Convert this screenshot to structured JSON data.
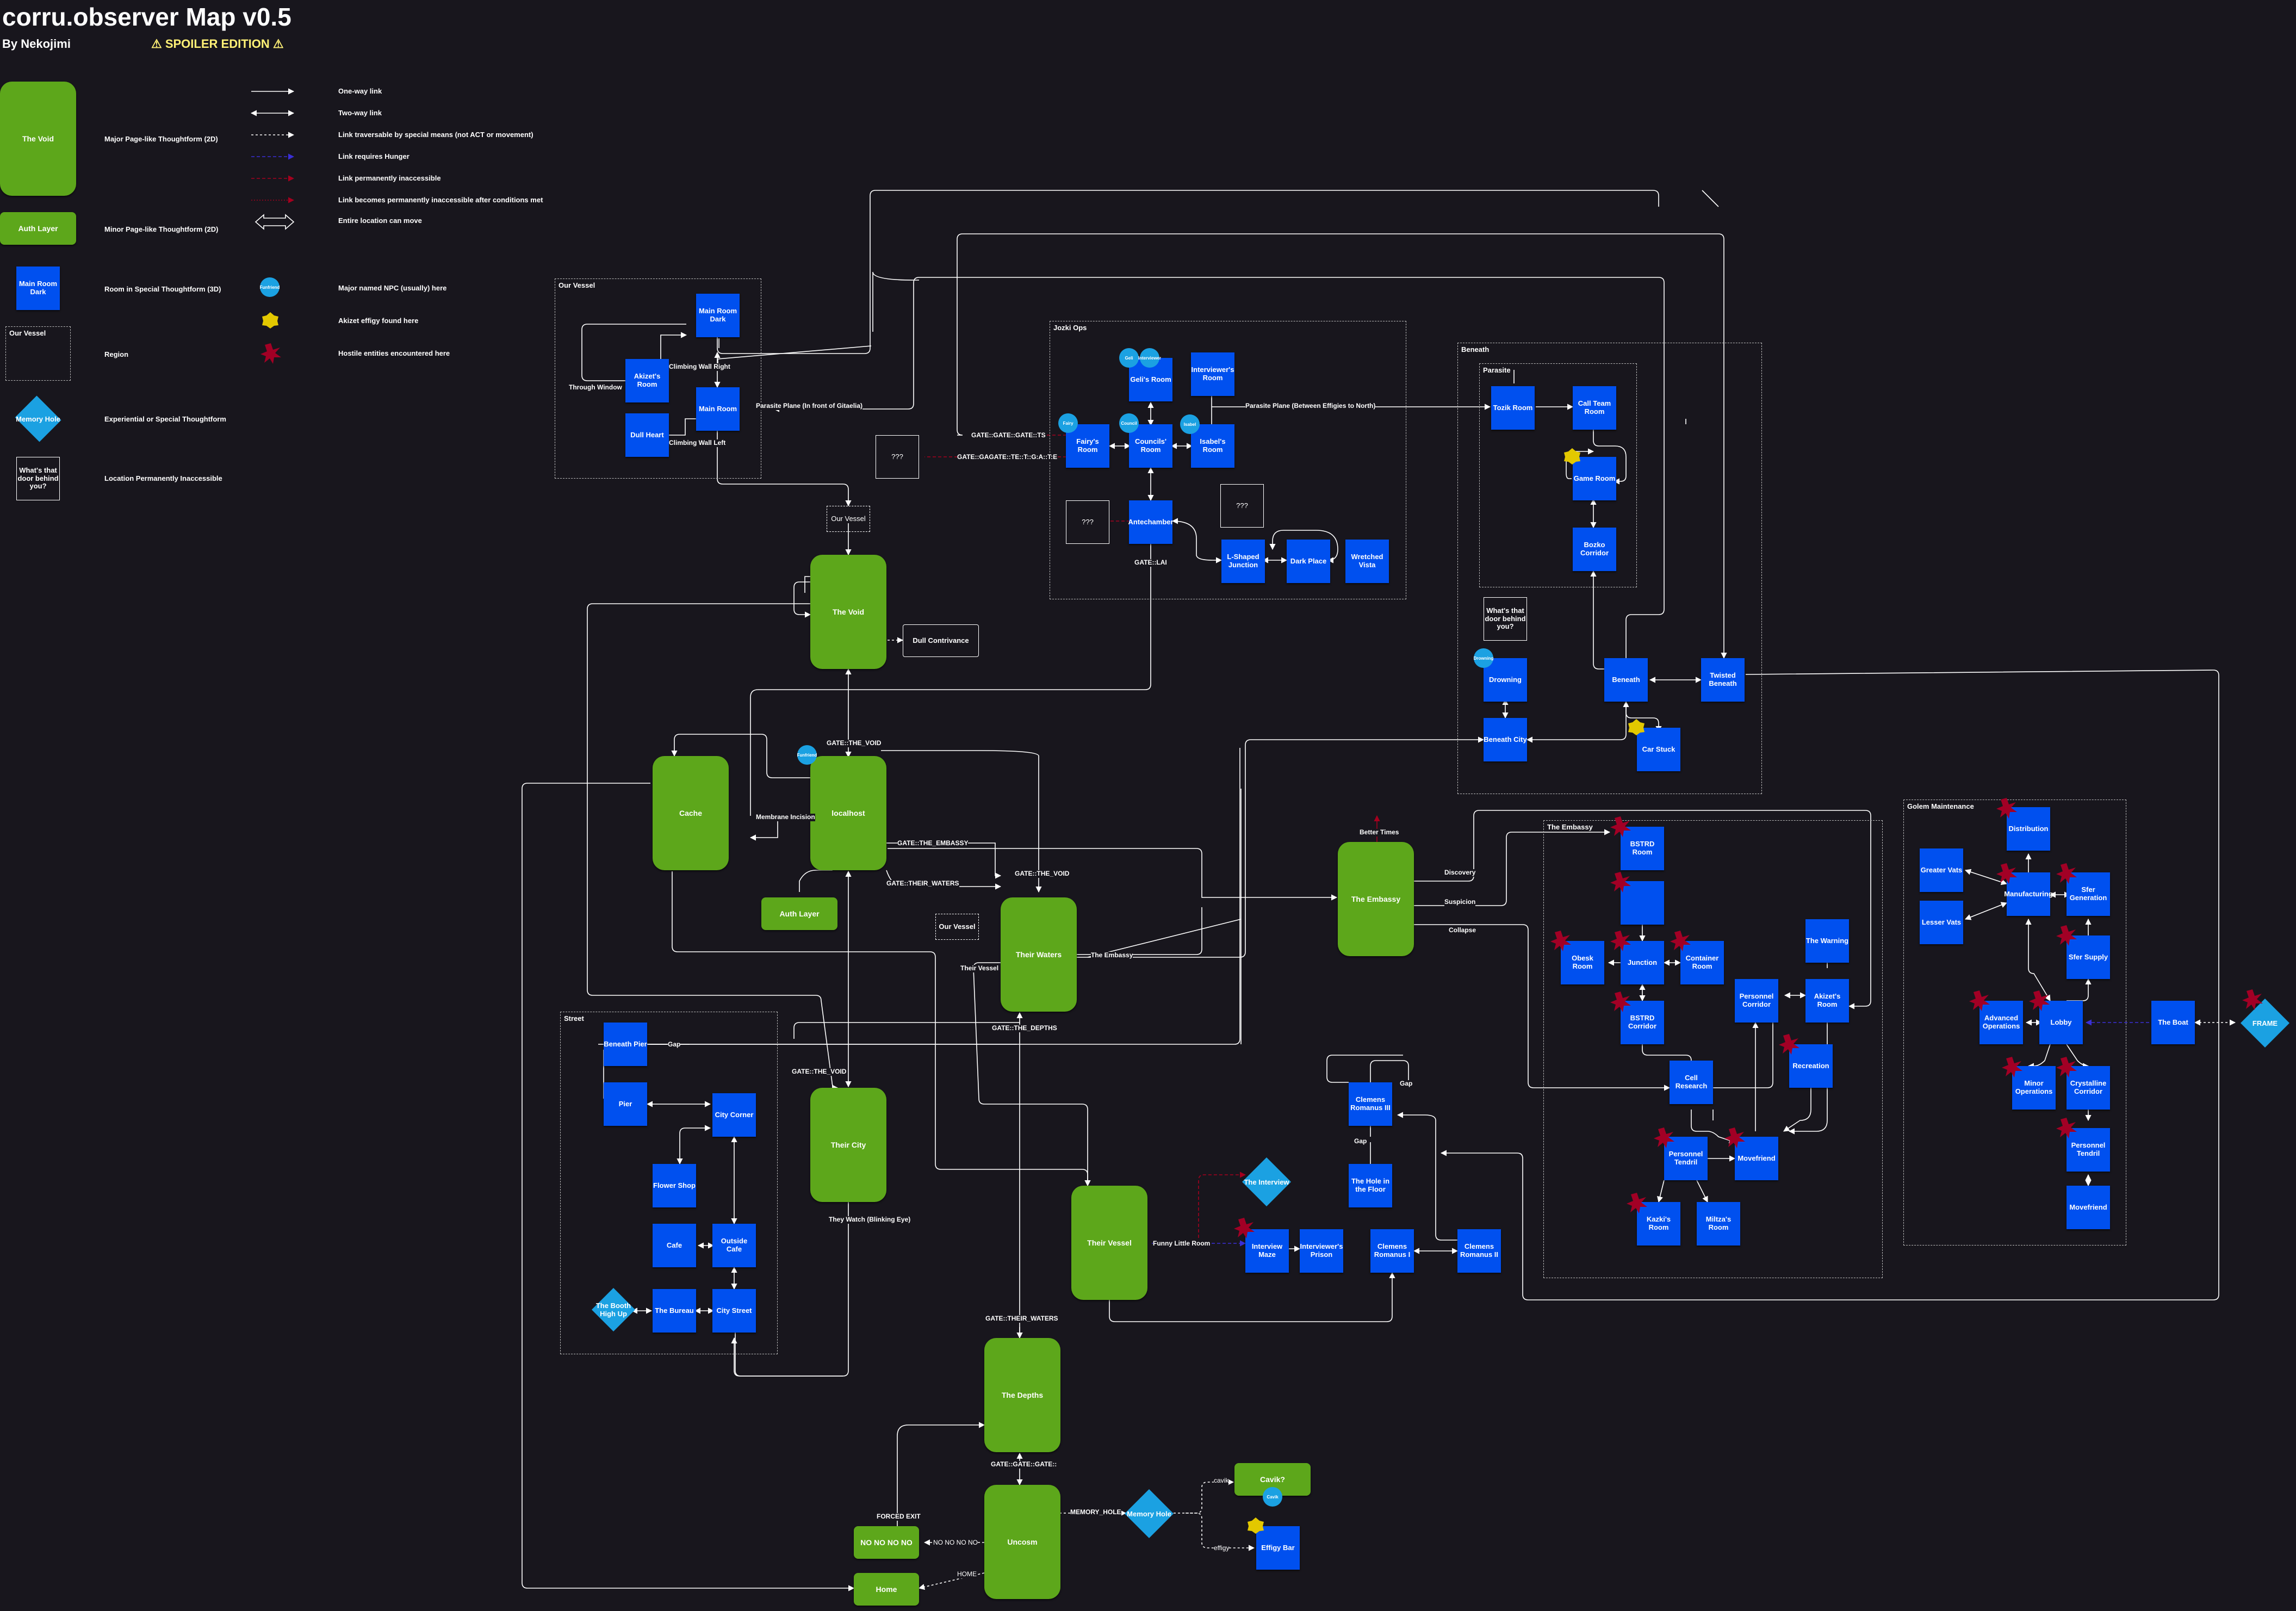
{
  "title": "corru.observer Map v0.5",
  "author": "By Nekojimi",
  "spoiler": "⚠ SPOILER EDITION ⚠",
  "colors": {
    "major": "#5da71b",
    "room": "#0050ef",
    "npc": "#1ba1e2",
    "effigy": "#e3c800",
    "hostile": "#a20025",
    "bg": "#18161d",
    "hunger": "#3a2fd6",
    "inaccessible": "#a4001e"
  },
  "legend": {
    "major_node": "The Void",
    "major_desc": "Major Page-like Thoughtform (2D)",
    "minor_node": "Auth Layer",
    "minor_desc": "Minor Page-like Thoughtform (2D)",
    "room_node": "Main Room Dark",
    "room_desc": "Room in Special Thoughtform (3D)",
    "region_node": "Our Vessel",
    "region_desc": "Region",
    "diamond_node": "Memory Hole",
    "diamond_desc": "Experiential or Special Thoughtform",
    "gate_node": "What's that door behind you?",
    "gate_desc": "Location Permanently Inaccessible",
    "one_way": "One-way link",
    "two_way": "Two-way link",
    "special": "Link traversable by special means (not ACT or movement)",
    "hunger": "Link requires Hunger",
    "perm": "Link permanently inaccessible",
    "becomes": "Link becomes permanently inaccessible after conditions met",
    "moving": "Entire location can move",
    "npc_text": "Funfriend",
    "npc_desc": "Major named NPC (usually) here",
    "effigy_desc": "Akizet effigy found here",
    "hostile_desc": "Hostile entities encountered here"
  },
  "regions": {
    "our_vessel": "Our Vessel",
    "jozki": "Jozki Ops",
    "beneath": "Beneath",
    "parasite": "Parasite",
    "street": "Street",
    "embassy": "The Embassy",
    "golem": "Golem Maintenance"
  },
  "nodes": {
    "main_room_dark": "Main Room Dark",
    "akizet_room_v": "Akizet's Room",
    "main_room": "Main Room",
    "dull_heart": "Dull Heart",
    "unknown1": "???",
    "unknown2": "???",
    "unknown3": "???",
    "our_vessel_mini": "Our Vessel",
    "our_vessel_mini2": "Our Vessel",
    "the_void": "The Void",
    "dull_contrivance": "Dull Contrivance",
    "cache": "Cache",
    "localhost": "localhost",
    "auth_layer": "Auth Layer",
    "their_waters": "Their Waters",
    "their_city": "Their City",
    "their_vessel": "Their Vessel",
    "the_depths": "The Depths",
    "uncosm": "Uncosm",
    "nonono": "NO NO NO NO",
    "home": "Home",
    "cavik": "Cavik?",
    "effigy_bar": "Effigy Bar",
    "memory_hole": "Memory Hole",
    "the_interview": "The Interview",
    "interview_maze": "Interview Maze",
    "interviewers_prison": "Interviewer's Prison",
    "clemens_i": "Clemens Romanus I",
    "clemens_ii": "Clemens Romanus II",
    "clemens_iii": "Clemens Romanus III",
    "hole_floor": "The Hole in the Floor",
    "the_embassy": "The Embassy",
    "geli_room": "Geli's Room",
    "interviewer_room": "Interviewer's Room",
    "fairy_room": "Fairy's Room",
    "councils_room": "Councils' Room",
    "isabel_room": "Isabel's Room",
    "antechamber": "Antechamber",
    "l_junction": "L-Shaped Junction",
    "dark_place": "Dark Place",
    "wretched_vista": "Wretched Vista",
    "tozik_room": "Tozik Room",
    "call_team": "Call Team Room",
    "game_room": "Game Room",
    "bozko": "Bozko Corridor",
    "door_behind": "What's that door behind you?",
    "drowning": "Drowning",
    "beneath_city": "Beneath City",
    "beneath": "Beneath",
    "twisted_beneath": "Twisted Beneath",
    "car_stuck": "Car Stuck",
    "beneath_pier": "Beneath Pier",
    "pier": "Pier",
    "city_corner": "City Corner",
    "flower_shop": "Flower Shop",
    "cafe": "Cafe",
    "outside_cafe": "Outside Cafe",
    "the_booth": "The Booth High Up",
    "the_bureau": "The Bureau",
    "city_street": "City Street",
    "bstrd_room": "BSTRD Room",
    "embassy_blank": "",
    "obesk_room": "Obesk Room",
    "junction": "Junction",
    "container_room": "Container Room",
    "the_warning": "The Warning",
    "bstrd_corridor": "BSTRD Corridor",
    "personnel_corridor": "Personnel Corridor",
    "akizet_room_e": "Akizet's Room",
    "cell_research": "Cell Research",
    "recreation": "Recreation",
    "personnel_tendril_e": "Personnel Tendril",
    "movefriend_e": "Movefriend",
    "kazkis_room": "Kazki's Room",
    "miltzas_room": "Miltza's Room",
    "distribution": "Distribution",
    "greater_vats": "Greater Vats",
    "manufacturing": "Manufacturing",
    "sfer_generation": "Sfer Generation",
    "lesser_vats": "Lesser Vats",
    "sfer_supply": "Sfer Supply",
    "advanced_ops": "Advanced Operations",
    "lobby": "Lobby",
    "the_boat": "The Boat",
    "frame": "FRAME",
    "minor_ops": "Minor Operations",
    "crystalline": "Crystalline Corridor",
    "personnel_tendril_g": "Personnel Tendril",
    "movefriend_g": "Movefriend"
  },
  "npcs": {
    "funfriend": "Funfriend",
    "geli": "Geli",
    "interviewer": "Interviewer",
    "fairy": "Fairy",
    "council": "Council",
    "isabel": "Isabel",
    "drowning": "Drowning",
    "cavik": "Cavik"
  },
  "edge_labels": {
    "climbing_right": "Climbing Wall Right",
    "climbing_left": "Climbing Wall Left",
    "through_window": "Through Window",
    "parasite_plane_front": "Parasite Plane (In front of Gitaelia)",
    "parasite_plane_between": "Parasite Plane (Between Effigies to North)",
    "gate_gate": "GATE::GATE::GATE::TS",
    "gate_gaga": "GATE::GAGATE::TE::T::G:A::T:E",
    "gate_ai": "GATE::LAI",
    "gate_void": "GATE::THE_VOID",
    "membrane": "Membrane Incision",
    "gate_embassy": "GATE::THE_EMBASSY",
    "gate_their_waters": "GATE::THEIR_WATERS",
    "gate_the_void2": "GATE::THE_VOID",
    "their_vessel_lbl": "Their Vessel",
    "the_embassy_lbl": "The Embassy",
    "gate_depths": "GATE::THE_DEPTHS",
    "gate_the_void3": "GATE::THE_VOID",
    "gap1": "Gap",
    "gap2": "Gap",
    "gap3": "Gap",
    "they_watch": "They Watch (Blinking Eye)",
    "funny_room": "Funny Little Room",
    "gate_their_waters2": "GATE::THEIR_WATERS",
    "gate_gate2": "GATE::GATE::GATE::",
    "forced_exit": "FORCED EXIT",
    "nonono_lbl": "NO NO NO NO",
    "home_lbl": "HOME",
    "memory_hole_lbl": "MEMORY_HOLE",
    "cavik_lbl": "cavik",
    "effigy_lbl": "effigy",
    "better_times": "Better Times",
    "discovery": "Discovery",
    "suspicion": "Suspicion",
    "collapse": "Collapse"
  }
}
